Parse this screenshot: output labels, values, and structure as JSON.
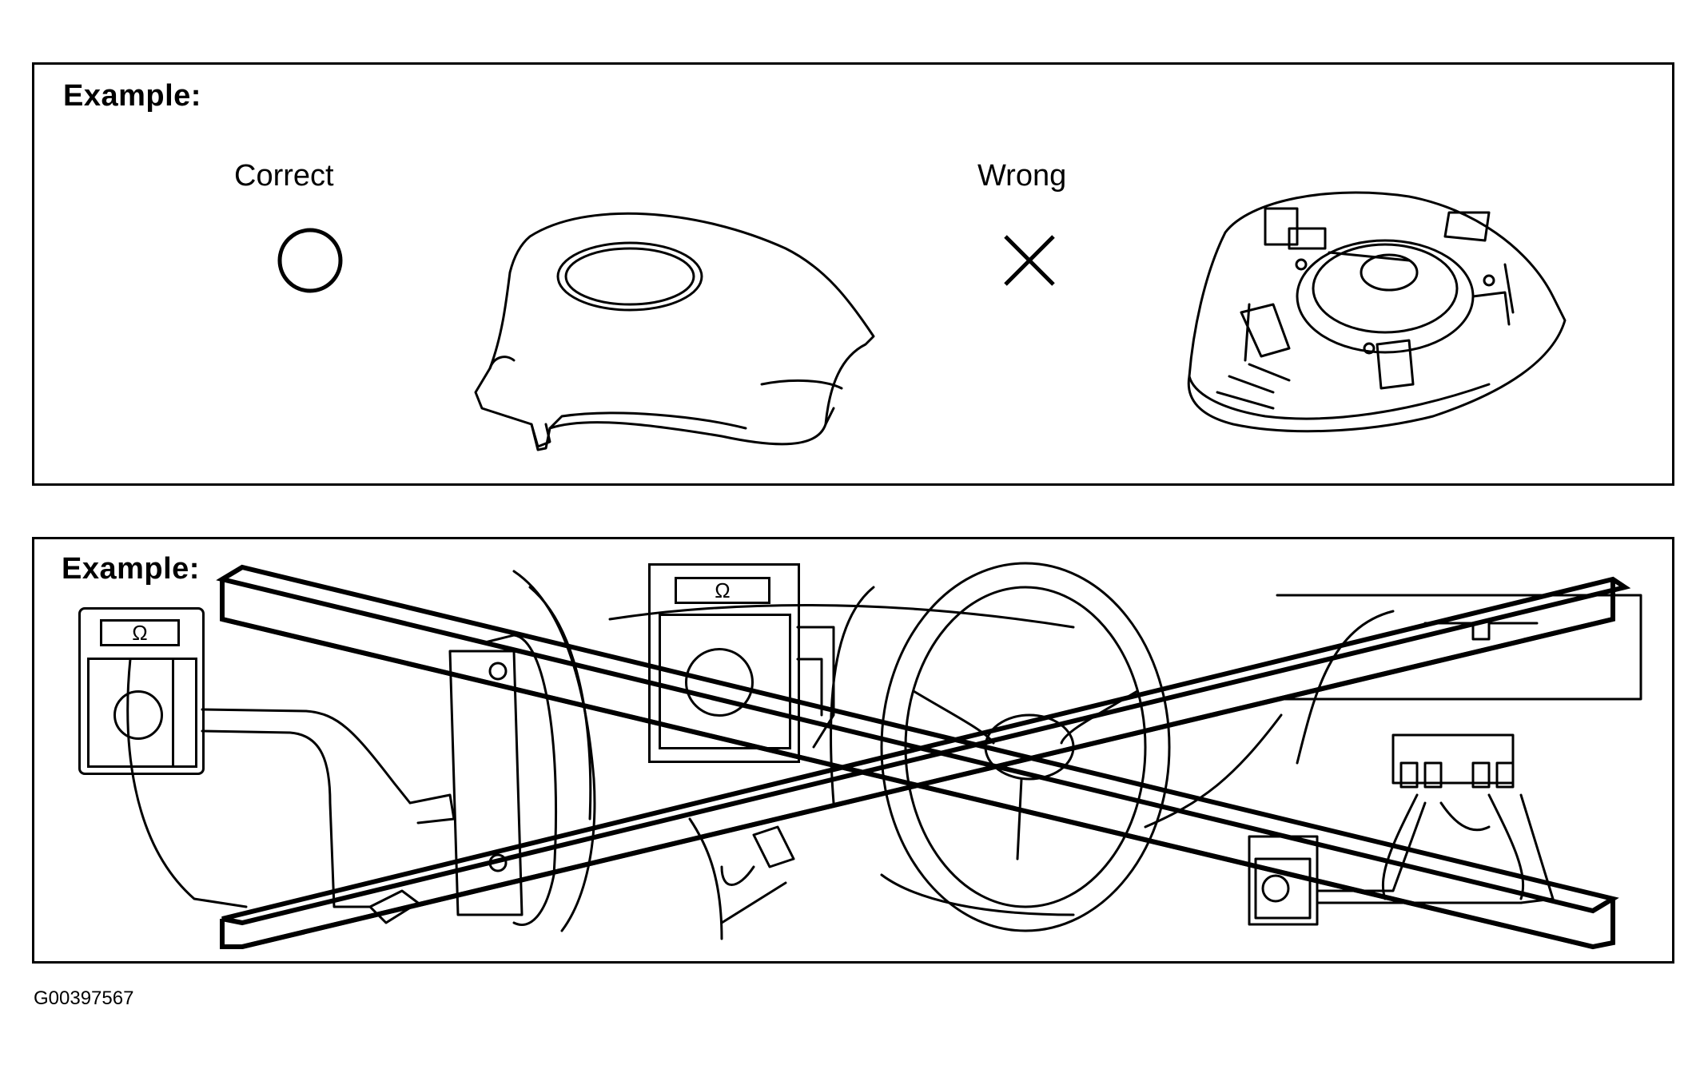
{
  "top_panel": {
    "heading": "Example:",
    "correct_label": "Correct",
    "wrong_label": "Wrong",
    "correct_symbol": "circle",
    "wrong_symbol": "cross"
  },
  "bottom_panel": {
    "heading": "Example:",
    "meter_symbol": "Ω",
    "strike": "large-x"
  },
  "figure_id": "G00397567"
}
